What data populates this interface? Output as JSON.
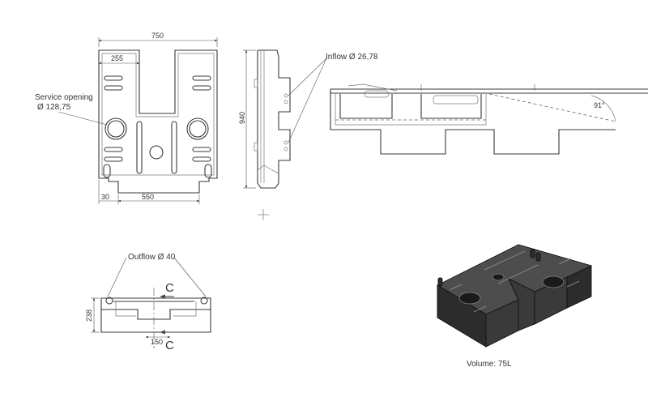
{
  "dimensions": {
    "overall_width": "750",
    "inner_width": "255",
    "height": "940",
    "bottom_offset": "30",
    "bottom_width": "550",
    "section_height": "238",
    "section_width": "150"
  },
  "callouts": {
    "service_opening_label": "Service opening",
    "service_opening_size": "Ø 128,75",
    "inflow": "Inflow Ø 26,78",
    "outflow": "Outflow Ø 40"
  },
  "section_markers": {
    "top": "C",
    "bottom": "C"
  },
  "detail_angle": "91°",
  "volume": "Volume: 75L"
}
